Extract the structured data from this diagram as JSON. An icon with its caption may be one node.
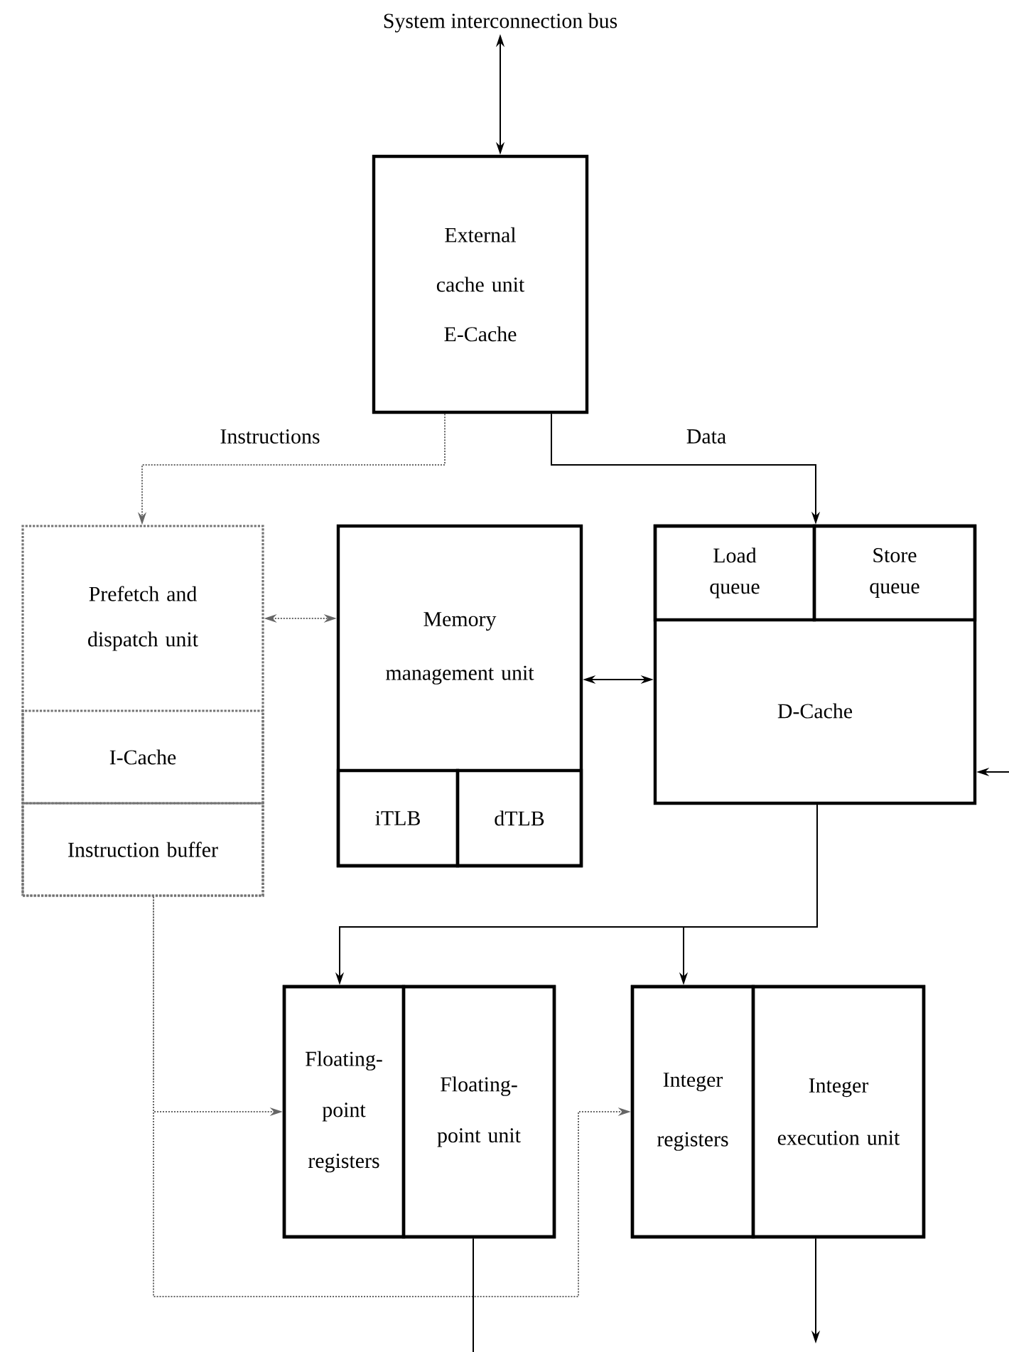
{
  "diagram": {
    "nodes": [
      {
        "text": [
          "System interconnection bus"
        ]
      },
      {
        "text": [
          "External cache unit E-Cache"
        ]
      },
      {
        "text": [
          "Prefetch and dispatch unit"
        ]
      },
      {
        "text": [
          "I-Cache"
        ],
        "in": 2
      },
      {
        "text": [
          "Instruction buffer"
        ],
        "in": 2
      },
      {
        "text": [
          "Memory management unit"
        ]
      },
      {
        "text": [
          "iTLB"
        ],
        "in": 5
      },
      {
        "text": [
          "dTLB"
        ],
        "in": 5
      },
      {
        "text": [
          "D-Cache"
        ]
      },
      {
        "text": [
          "Load queue"
        ],
        "in": 8
      },
      {
        "text": [
          "Store queue"
        ],
        "in": 8
      },
      {
        "text": [],
        "shape": "box"
      },
      {
        "text": [
          "Floating-point registers"
        ],
        "in": 11
      },
      {
        "text": [
          "Floating-point unit"
        ],
        "in": 11
      },
      {
        "text": [],
        "shape": "box"
      },
      {
        "text": [
          "Integer registers"
        ],
        "in": 14
      },
      {
        "text": [
          "Integer execution unit"
        ],
        "in": 14
      }
    ],
    "edges": [
      {
        "from": 0,
        "to": 1,
        "arrow": "both"
      },
      {
        "from": 1,
        "to": 2,
        "arrow": "to",
        "label": "Instructions",
        "style": "dashed",
        "color": "#666666"
      },
      {
        "from": 1,
        "to": 8,
        "arrow": "to",
        "label": "Data"
      },
      {
        "from": 2,
        "to": 5,
        "arrow": "both",
        "style": "dashed",
        "color": "#666666"
      },
      {
        "from": 5,
        "to": 8,
        "arrow": "both"
      },
      {
        "from": null,
        "to": 8,
        "arrow": "to"
      },
      {
        "from": 8,
        "to": 12,
        "arrow": "to"
      },
      {
        "from": 8,
        "to": 15,
        "arrow": "to"
      },
      {
        "from": 4,
        "to": 12,
        "arrow": "to",
        "style": "dashed",
        "color": "#666666"
      },
      {
        "from": 4,
        "to": 15,
        "arrow": "to",
        "style": "dashed",
        "color": "#666666"
      },
      {
        "from": 13,
        "to": null,
        "arrow": "none"
      },
      {
        "from": 16,
        "to": null,
        "arrow": "to"
      }
    ]
  }
}
